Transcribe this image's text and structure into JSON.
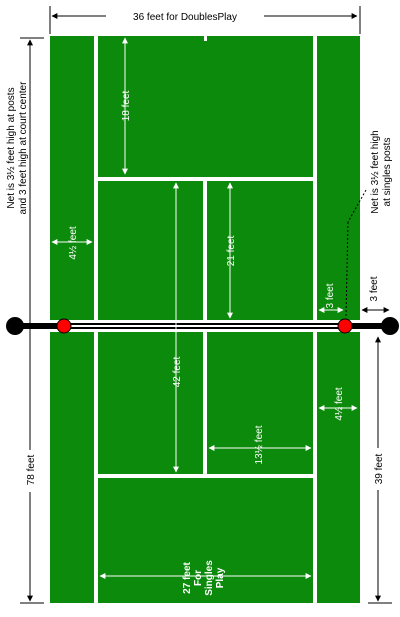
{
  "colors": {
    "court": "#0c8a0c",
    "lines": "#ffffff",
    "net": "#000000",
    "singles_post": "#ff0000",
    "doubles_post": "#000000",
    "background": "#ffffff"
  },
  "labels": {
    "doubles_width": "36 feet for DoublesPlay",
    "service_depth": "18 feet",
    "alley_width_top": "4½ feet",
    "service_line_to_net": "21 feet",
    "net_to_baseline_top": "42 feet",
    "post_offset": "3 feet",
    "post_offset_outside": "3 feet",
    "alley_width_bottom": "4½ feet",
    "service_box_width": "13½ feet",
    "total_length": "78 feet",
    "half_length": "39 feet",
    "singles_width_line1": "27 feet",
    "singles_width_line2": "For",
    "singles_width_line3": "Singles",
    "singles_width_line4": "Play",
    "net_height_line1": "Net is 3½ feet high at posts",
    "net_height_line2": "and 3 feet high at court center",
    "singles_post_line1": "Net is 3½ feet high",
    "singles_post_line2": "at singles posts"
  }
}
